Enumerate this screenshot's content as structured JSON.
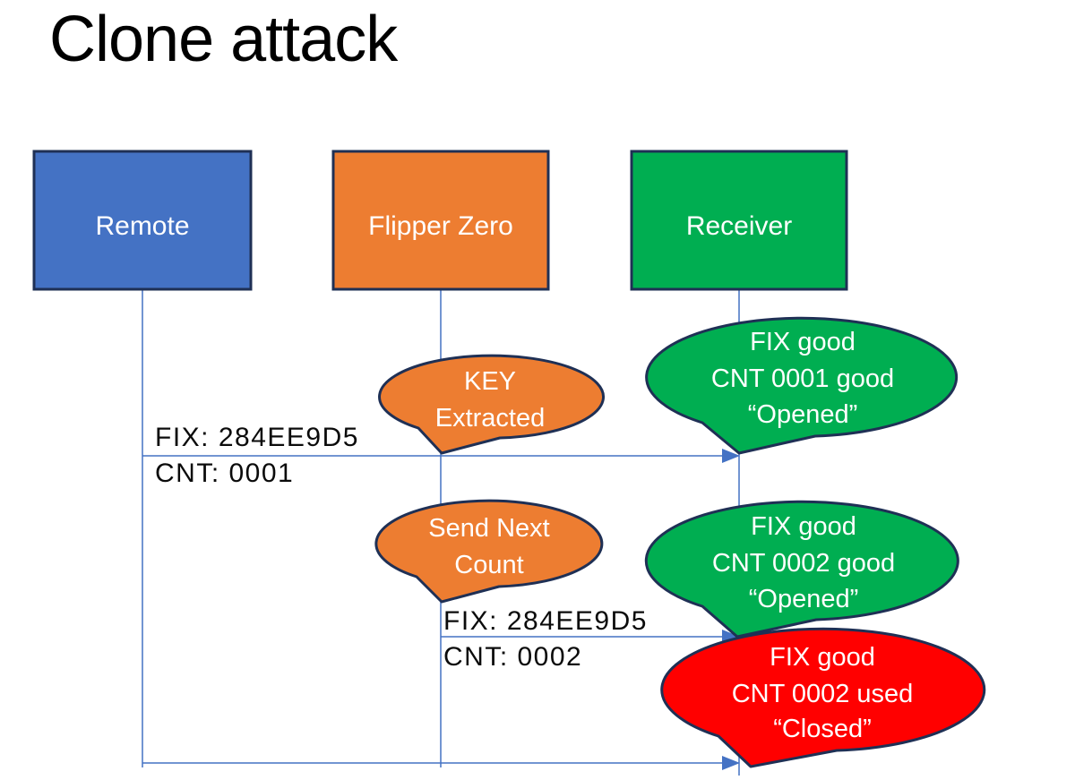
{
  "title": "Clone attack",
  "colors": {
    "actor_blue": "#4472C4",
    "actor_orange": "#ED7D31",
    "actor_green": "#00AE51",
    "alert_red": "#FF0000",
    "outline_navy": "#1F3055",
    "connector_blue": "#4472C4",
    "text_light": "#FFFFFF",
    "text_dark": "#0B0B0B"
  },
  "actors": [
    {
      "label": "Remote",
      "color": "#4472C4"
    },
    {
      "label": "Flipper Zero",
      "color": "#ED7D31"
    },
    {
      "label": "Receiver",
      "color": "#00AE51"
    }
  ],
  "messages": [
    {
      "from": "Remote",
      "to": "Receiver",
      "lines": [
        "FIX: 284EE9D5",
        "CNT: 0001"
      ]
    },
    {
      "from": "Flipper Zero",
      "to": "Receiver",
      "lines": [
        "FIX: 284EE9D5",
        "CNT: 0002"
      ]
    },
    {
      "from": "Remote",
      "to": "Receiver",
      "lines": []
    }
  ],
  "callouts": [
    {
      "speaker": "Flipper Zero",
      "color": "#ED7D31",
      "lines": [
        "KEY",
        "Extracted"
      ]
    },
    {
      "speaker": "Receiver",
      "color": "#00AE51",
      "lines": [
        "FIX good",
        "CNT 0001 good",
        "“Opened”"
      ]
    },
    {
      "speaker": "Flipper Zero",
      "color": "#ED7D31",
      "lines": [
        "Send Next",
        "Count"
      ]
    },
    {
      "speaker": "Receiver",
      "color": "#00AE51",
      "lines": [
        "FIX good",
        "CNT 0002 good",
        "“Opened”"
      ]
    },
    {
      "speaker": "Receiver",
      "color": "#FF0000",
      "lines": [
        "FIX good",
        "CNT 0002 used",
        "“Closed”"
      ]
    }
  ]
}
